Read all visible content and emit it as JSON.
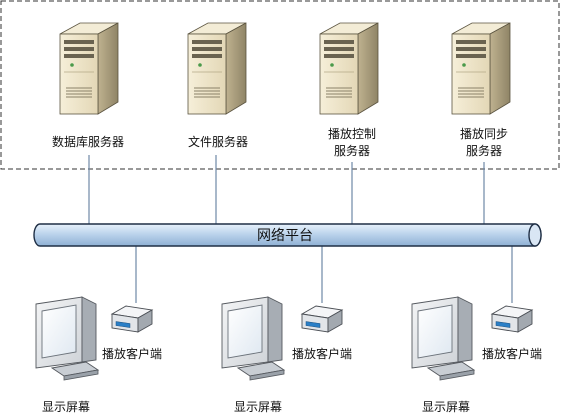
{
  "servers": [
    {
      "icon": "server-tower-icon",
      "label_lines": [
        "数据库服务器"
      ]
    },
    {
      "icon": "server-tower-icon",
      "label_lines": [
        "文件服务器"
      ]
    },
    {
      "icon": "server-tower-icon",
      "label_lines": [
        "播放控制",
        "服务器"
      ]
    },
    {
      "icon": "server-tower-icon",
      "label_lines": [
        "播放同步",
        "服务器"
      ]
    }
  ],
  "network": {
    "label": "网络平台"
  },
  "clients": [
    {
      "client_icon": "client-box-icon",
      "client_label": "播放客户端",
      "monitor_icon": "crt-monitor-icon",
      "monitor_label": "显示屏幕"
    },
    {
      "client_icon": "client-box-icon",
      "client_label": "播放客户端",
      "monitor_icon": "crt-monitor-icon",
      "monitor_label": "显示屏幕"
    },
    {
      "client_icon": "client-box-icon",
      "client_label": "播放客户端",
      "monitor_icon": "crt-monitor-icon",
      "monitor_label": "显示屏幕"
    }
  ],
  "colors": {
    "bus_fill": "#bcd4ec",
    "bus_stroke": "#1f2f45",
    "server_body": "#ece3c8",
    "line": "#6f88a6"
  }
}
